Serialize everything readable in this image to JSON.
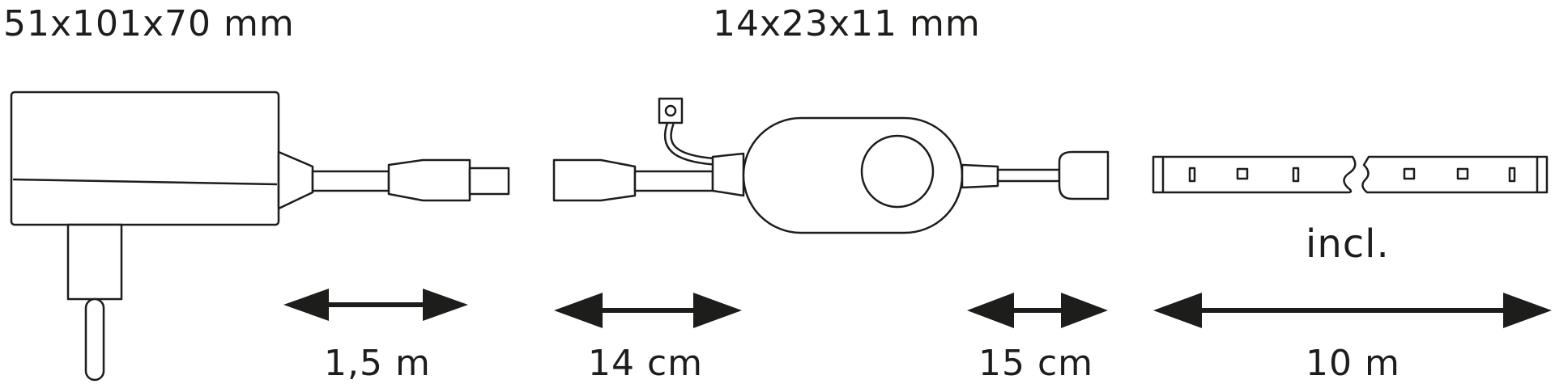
{
  "components": {
    "adapter": {
      "dimensions": "51x101x70 mm"
    },
    "controller": {
      "dimensions": "14x23x11 mm"
    },
    "strip": {
      "note": "incl."
    }
  },
  "lengths": {
    "adapter_cable": "1,5 m",
    "controller_input_cable": "14 cm",
    "controller_output_cable": "15 cm",
    "strip_length": "10 m"
  },
  "colors": {
    "line": "#1d1d1b",
    "fill": "#ffffff"
  }
}
